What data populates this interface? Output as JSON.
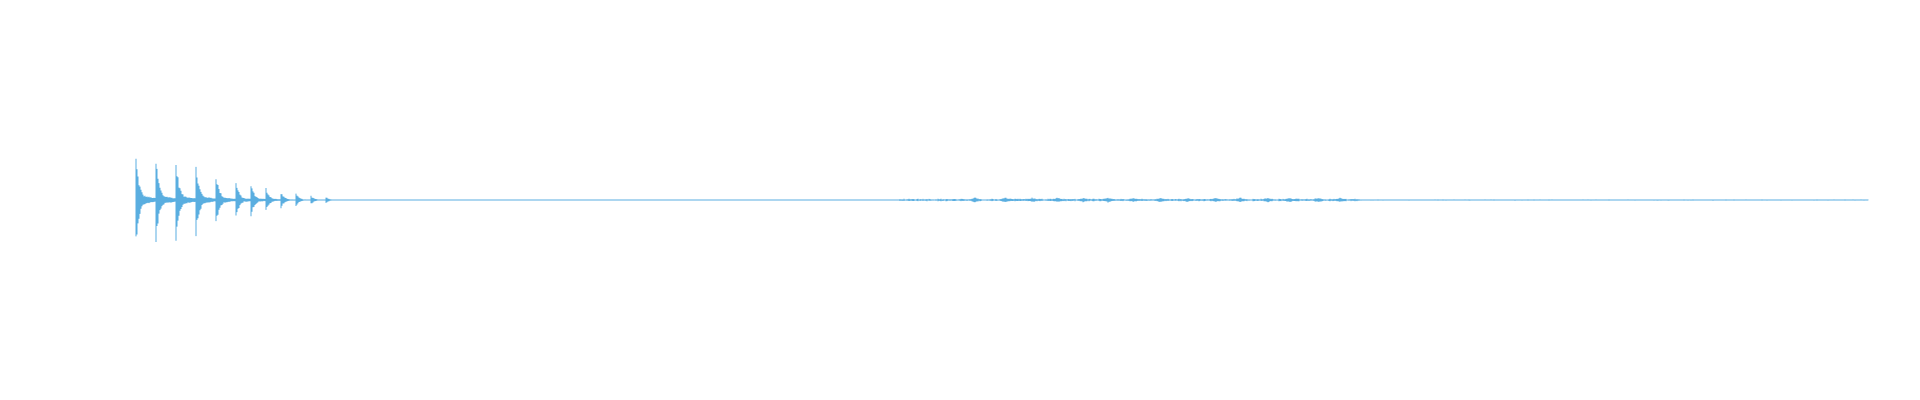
{
  "waveform": {
    "color": "#5aaee0",
    "peaks_early": [
      1.0,
      0.95,
      0.9,
      0.82,
      0.62,
      0.42,
      0.38,
      0.28,
      0.18,
      0.14,
      0.1,
      0.07
    ],
    "quiet_level": 0.012,
    "activity_level": 0.03,
    "burst_level": 0.06
  }
}
